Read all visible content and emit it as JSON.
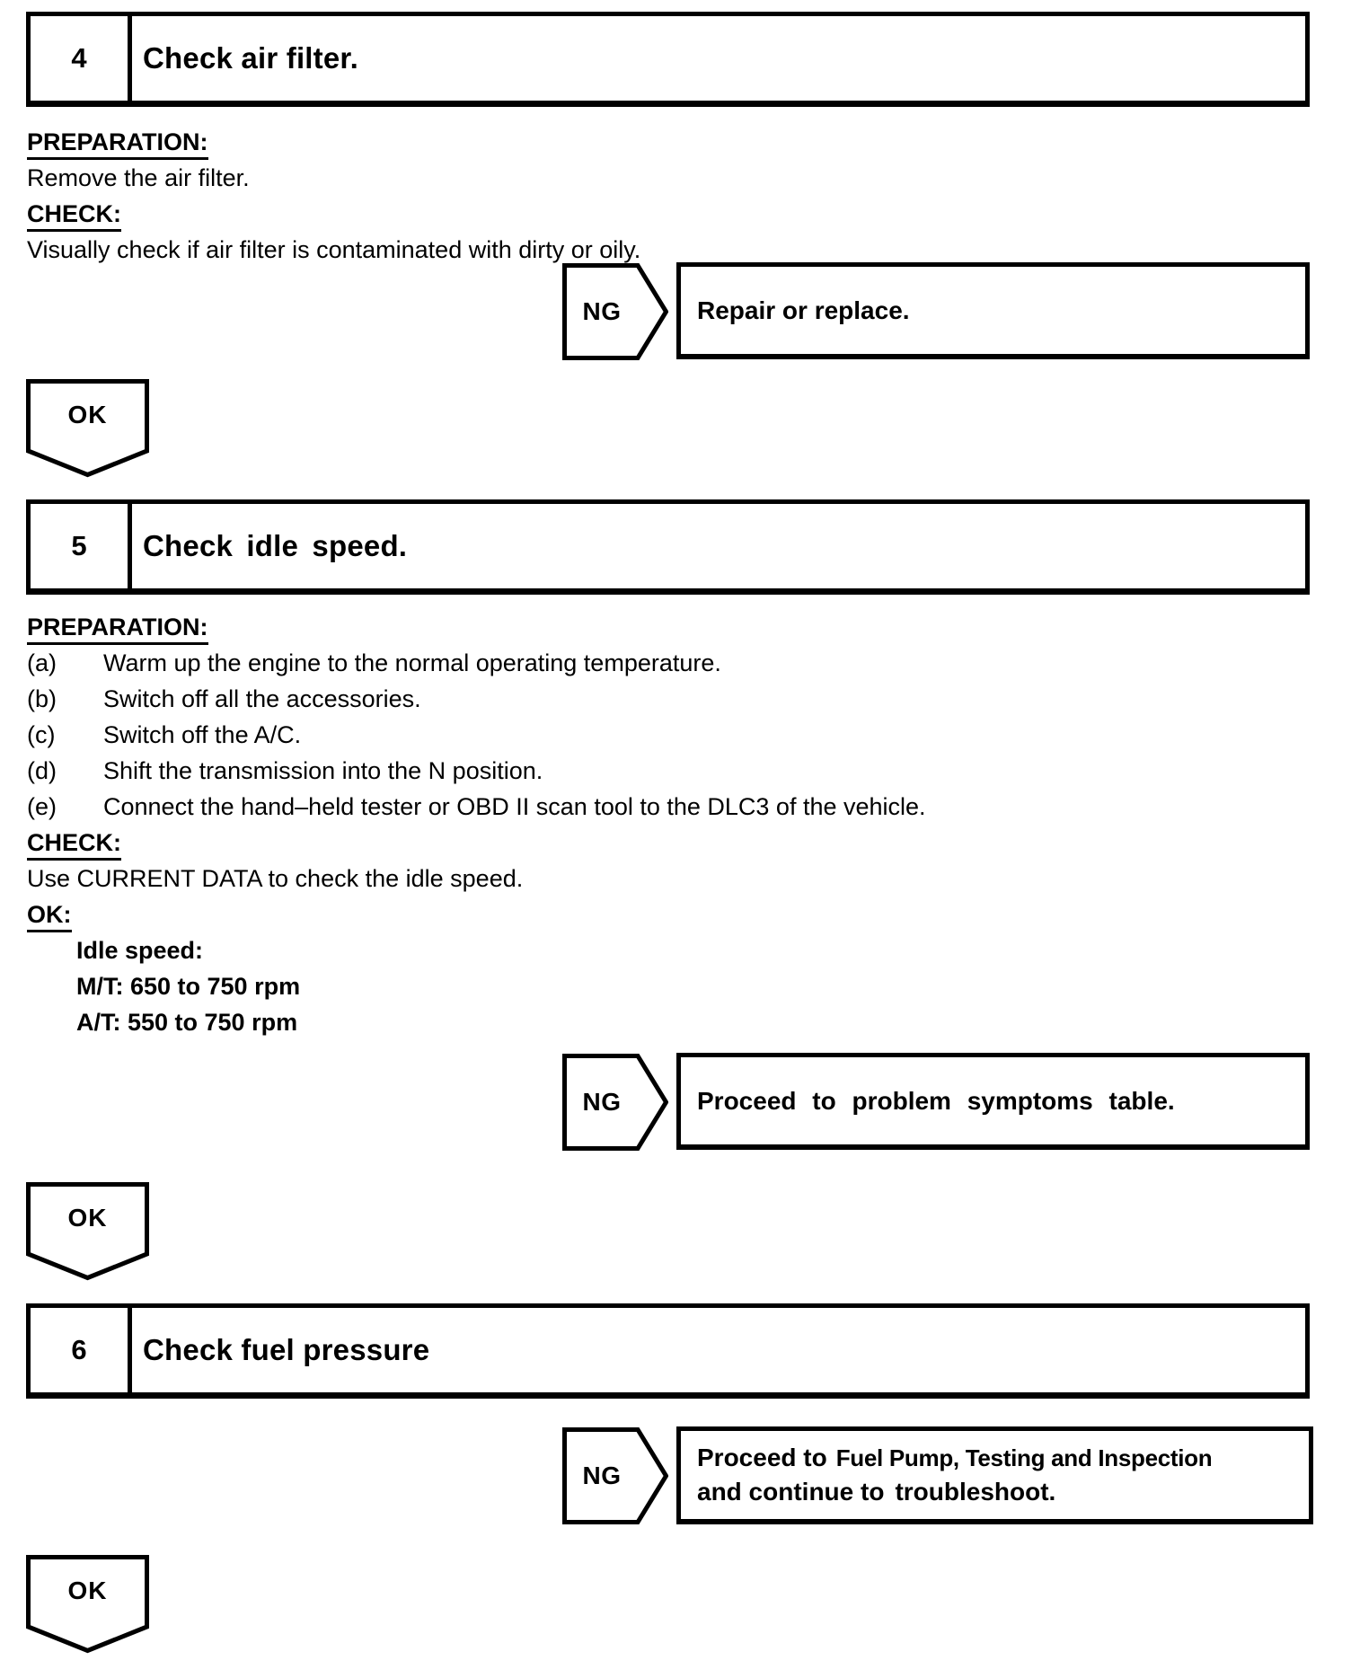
{
  "colors": {
    "ink": "#000000",
    "paper": "#ffffff"
  },
  "steps": {
    "step4": {
      "number": "4",
      "title": "Check air filter.",
      "preparation_label": "PREPARATION:",
      "preparation_text": "Remove the air filter.",
      "check_label": "CHECK:",
      "check_text": "Visually check if air filter is contaminated with dirty or oily.",
      "ng_label": "NG",
      "ng_result": "Repair or replace.",
      "ok_label": "OK"
    },
    "step5": {
      "number": "5",
      "title": "Check idle speed.",
      "preparation_label": "PREPARATION:",
      "preparation_items": [
        {
          "label": "(a)",
          "text": "Warm up the engine to the normal operating temperature."
        },
        {
          "label": "(b)",
          "text": "Switch off all the accessories."
        },
        {
          "label": "(c)",
          "text": "Switch off the A/C."
        },
        {
          "label": "(d)",
          "text": "Shift the transmission into the N position."
        },
        {
          "label": "(e)",
          "text": "Connect the hand–held tester or OBD II scan tool to the DLC3 of the vehicle."
        }
      ],
      "check_label": "CHECK:",
      "check_text": "Use CURRENT DATA to check the idle speed.",
      "ok_heading": "OK:",
      "spec_title": "Idle speed:",
      "spec_mt": "M/T: 650 to 750 rpm",
      "spec_at": "A/T: 550 to 750 rpm",
      "ng_label": "NG",
      "ng_result": "Proceed to problem symptoms table.",
      "ok_label": "OK"
    },
    "step6": {
      "number": "6",
      "title": "Check fuel pressure",
      "ng_label": "NG",
      "ng_result_prefix": "Proceed to",
      "ng_result_reference": "Fuel Pump, Testing and Inspection",
      "ng_result_line2_prefix": "and continue to",
      "ng_result_line2_end": "troubleshoot.",
      "ok_label": "OK"
    }
  }
}
